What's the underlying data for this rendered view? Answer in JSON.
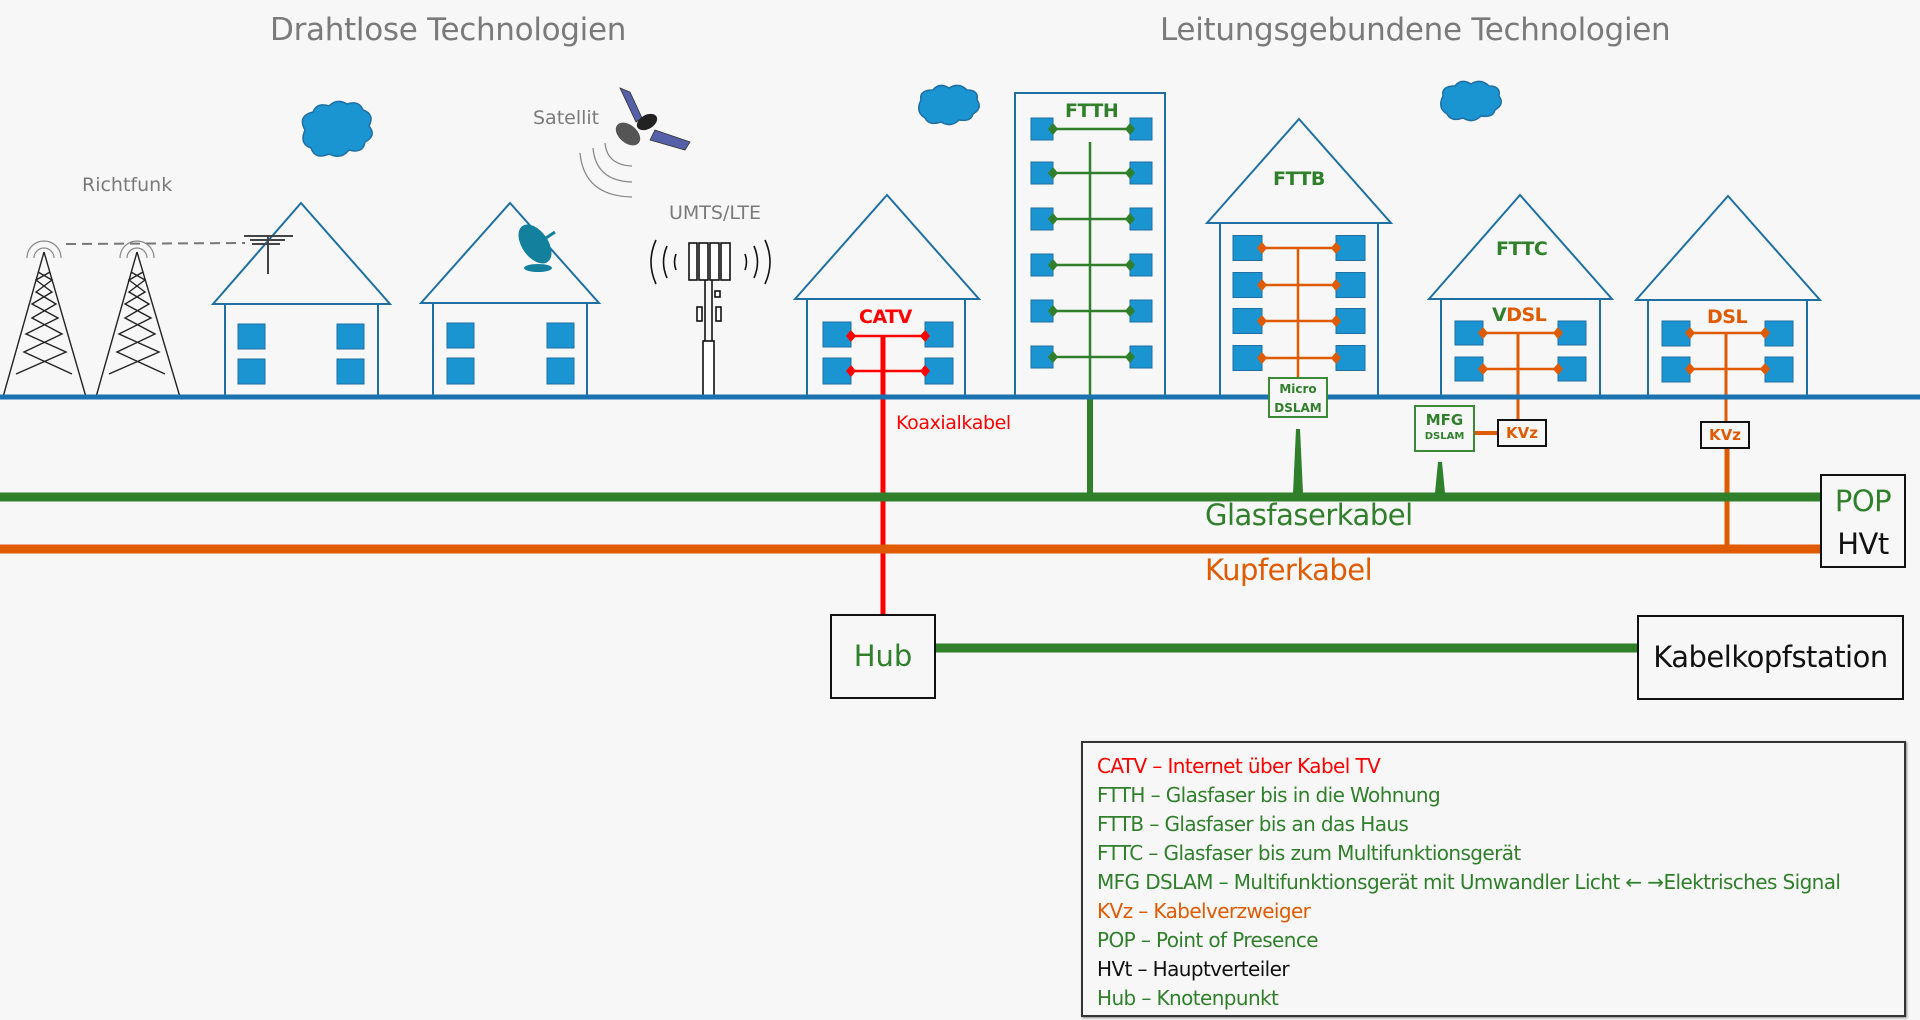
{
  "titles": {
    "wireless": "Drahtlose Technologien",
    "wired": "Leitungsgebundene Technologien"
  },
  "wireless_labels": {
    "richtfunk": "Richtfunk",
    "satellit": "Satellit",
    "umts": "UMTS/LTE"
  },
  "buildings": {
    "catv": "CATV",
    "ftth": "FTTH",
    "fttb": "FTTB",
    "fttc": "FTTC",
    "vdsl_v": "V",
    "vdsl_rest": "DSL",
    "dsl": "DSL"
  },
  "devices": {
    "micro_dslam_line1": "Micro",
    "micro_dslam_line2": "DSLAM",
    "mfg_line1": "MFG",
    "mfg_line2": "DSLAM",
    "kvz_1": "KVz",
    "kvz_2": "KVz",
    "pop": "POP",
    "hvt": "HVt",
    "hub": "Hub",
    "kabelkopfstation": "Kabelkopfstation"
  },
  "cables": {
    "koaxial": "Koaxialkabel",
    "glasfaser": "Glasfaserkabel",
    "kupfer": "Kupferkabel"
  },
  "colors": {
    "ground": "#1a72b0",
    "house_outline": "#1f6fa3",
    "window": "#1b95d2",
    "fiber": "#2f7f2b",
    "copper": "#e05a00",
    "coax": "#ff0000",
    "text_grey": "#7a7a7a"
  },
  "legend": [
    {
      "text": "CATV – Internet über Kabel TV",
      "color": "#ff0000"
    },
    {
      "text": "FTTH – Glasfaser bis in die Wohnung",
      "color": "#2f7f2b"
    },
    {
      "text": "FTTB – Glasfaser bis an das Haus",
      "color": "#2f7f2b"
    },
    {
      "text": "FTTC – Glasfaser bis zum Multifunktionsgerät",
      "color": "#2f7f2b"
    },
    {
      "text": "MFG DSLAM – Multifunktionsgerät mit Umwandler Licht ← →Elektrisches Signal",
      "color": "#2f7f2b"
    },
    {
      "text": "KVz – Kabelverzweiger",
      "color": "#e05a00"
    },
    {
      "text": "POP – Point of Presence",
      "color": "#2f7f2b"
    },
    {
      "text": "HVt – Hauptverteiler",
      "color": "#111111"
    },
    {
      "text": "Hub – Knotenpunkt",
      "color": "#2f7f2b"
    }
  ]
}
